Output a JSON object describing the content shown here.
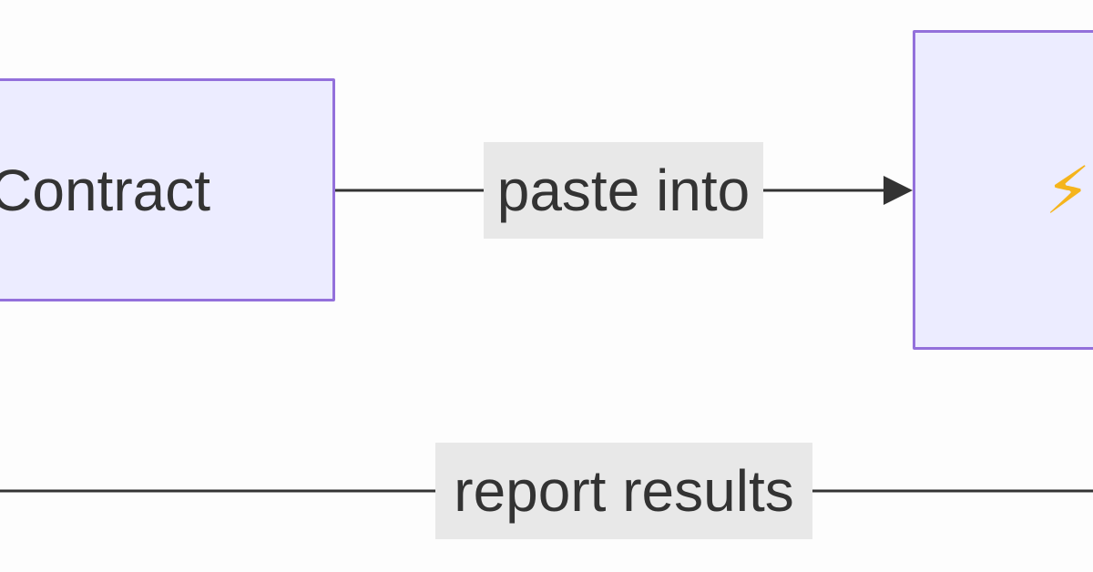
{
  "nodes": {
    "left": {
      "label": "Contract"
    },
    "right": {
      "label": "⚡"
    }
  },
  "edges": {
    "paste": {
      "label": "paste into"
    },
    "report": {
      "label": "report results"
    }
  },
  "colors": {
    "node_fill": "#ececff",
    "node_border": "#9370db",
    "edge_line": "#333333",
    "edge_label_bg": "#e8e8e8",
    "text": "#333333",
    "icon": "#f5b41c"
  }
}
